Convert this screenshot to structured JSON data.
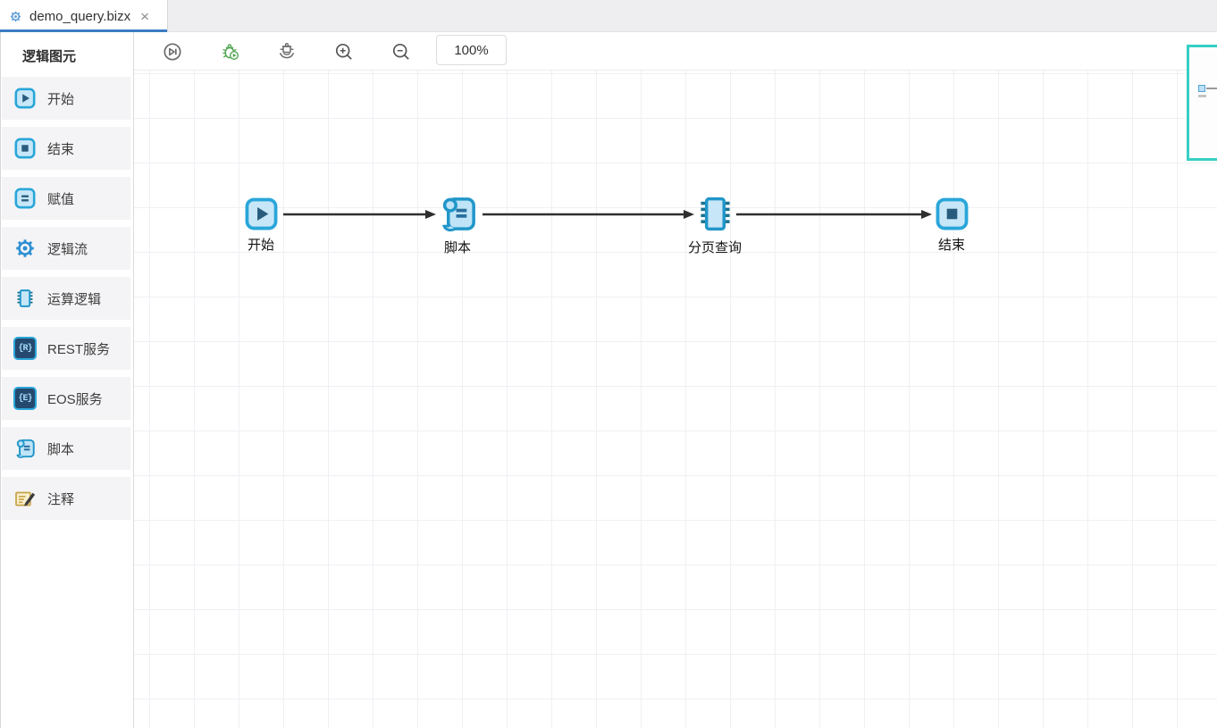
{
  "tab": {
    "title": "demo_query.bizx",
    "close_glyph": "×"
  },
  "sidebar": {
    "header": "逻辑图元",
    "items": [
      {
        "id": "start",
        "label": "开始"
      },
      {
        "id": "end",
        "label": "结束"
      },
      {
        "id": "assign",
        "label": "赋值"
      },
      {
        "id": "logic-flow",
        "label": "逻辑流"
      },
      {
        "id": "operation-logic",
        "label": "运算逻辑"
      },
      {
        "id": "rest-service",
        "label": "REST服务",
        "icon_text": "{R}"
      },
      {
        "id": "eos-service",
        "label": "EOS服务",
        "icon_text": "{E}"
      },
      {
        "id": "script",
        "label": "脚本"
      },
      {
        "id": "comment",
        "label": "注释"
      }
    ]
  },
  "toolbar": {
    "buttons": [
      {
        "id": "run",
        "icon": "run-circle-play-icon"
      },
      {
        "id": "debug",
        "icon": "debug-bug-play-icon"
      },
      {
        "id": "debug-deploy",
        "icon": "bug-on-hand-icon"
      },
      {
        "id": "zoom-in",
        "icon": "zoom-in-icon"
      },
      {
        "id": "zoom-out",
        "icon": "zoom-out-icon"
      }
    ],
    "zoom_level": "100%"
  },
  "canvas": {
    "nodes": [
      {
        "id": "start",
        "label": "开始",
        "icon": "start-node-icon"
      },
      {
        "id": "script",
        "label": "脚本",
        "icon": "script-node-icon"
      },
      {
        "id": "paged-query",
        "label": "分页查询",
        "icon": "chip-node-icon"
      },
      {
        "id": "end",
        "label": "结束",
        "icon": "end-node-icon"
      }
    ],
    "edges": [
      {
        "from": "start",
        "to": "script"
      },
      {
        "from": "script",
        "to": "paged-query"
      },
      {
        "from": "paged-query",
        "to": "end"
      }
    ]
  },
  "colors": {
    "tab_accent": "#3b7cc0",
    "node_fill": "#c7e7f8",
    "node_border": "#29a6d9",
    "node_glyph": "#2a5b7d",
    "chip_pin": "#19728e",
    "edge": "#2f2f2f",
    "debug_green": "#55a855",
    "minimap_border": "#36cfc4",
    "comment_yellow": "#c7a348"
  }
}
